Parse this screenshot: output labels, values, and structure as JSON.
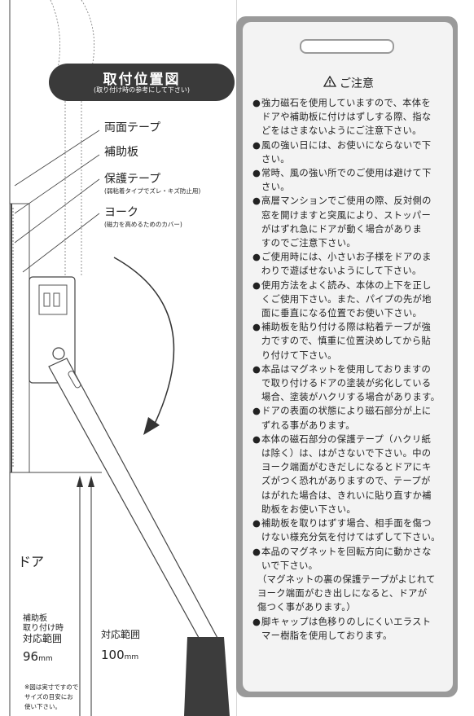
{
  "left": {
    "title": "取付位置図",
    "title_sub": "(取り付け時の参考にして下さい)",
    "labels": {
      "double_tape": "両面テープ",
      "aux_plate": "補助板",
      "protect_tape": "保護テープ",
      "protect_tape_sub": "(弱粘着タイプでズレ・キズ防止用)",
      "yoke": "ヨーク",
      "yoke_sub": "(磁力を高めるためのカバー)",
      "door": "ドア",
      "aux_install_1": "補助板",
      "aux_install_2": "取り付け時",
      "range_a": "対応範囲",
      "range_a_value": "96",
      "range_unit": "mm",
      "range_b": "対応範囲",
      "range_b_value": "100",
      "range_b_unit": "mm",
      "footnote_1": "※図は実寸ですので",
      "footnote_2": "サイズの目安にお",
      "footnote_3": "使い下さい。"
    }
  },
  "right": {
    "heading": "ご注意",
    "notes": [
      {
        "bullet": "●",
        "lines": [
          "強力磁石を使用していますので、本体を",
          "ドアや補助板に付けはずしする際、指な",
          "どをはさまないようにご注意下さい。"
        ]
      },
      {
        "bullet": "●",
        "lines": [
          "風の強い日には、お使いにならないで下",
          "さい。"
        ]
      },
      {
        "bullet": "●",
        "lines": [
          "常時、風の強い所でのご使用は避けて下",
          "さい。"
        ]
      },
      {
        "bullet": "●",
        "lines": [
          "高層マンションでご使用の際、反対側の",
          "窓を開けますと突風により、ストッパー",
          "がはずれ急にドアが動く場合がありま",
          "すのでご注意下さい。"
        ]
      },
      {
        "bullet": "●",
        "lines": [
          "ご使用時には、小さいお子様をドアのま",
          "わりで遊ばせないようにして下さい。"
        ]
      },
      {
        "bullet": "●",
        "lines": [
          "使用方法をよく読み、本体の上下を正し",
          "くご使用下さい。また、パイプの先が地",
          "面に垂直になる位置でお使い下さい。"
        ]
      },
      {
        "bullet": "●",
        "lines": [
          "補助板を貼り付ける際は粘着テープが強",
          "力ですので、慎重に位置決めしてから貼",
          "り付けて下さい。"
        ]
      },
      {
        "bullet": "●",
        "lines": [
          "本品はマグネットを使用しておりますの",
          "で取り付けるドアの塗装が劣化している",
          "場合、塗装がハクリする場合があります。"
        ]
      },
      {
        "bullet": "●",
        "lines": [
          "ドアの表面の状態により磁石部分が上に",
          "ずれる事があります。"
        ]
      },
      {
        "bullet": "●",
        "lines": [
          "本体の磁石部分の保護テープ（ハクリ紙",
          "は除く）は、はがさないで下さい。中の",
          "ヨーク端面がむきだしになるとドアにキ",
          "ズがつく恐れがありますので、テープが",
          "はがれた場合は、きれいに貼り直すか補",
          "助板をお使い下さい。"
        ]
      },
      {
        "bullet": "●",
        "lines": [
          "補助板を取りはずす場合、相手面を傷つ",
          "けない様充分気を付けてはずして下さい。"
        ]
      },
      {
        "bullet": "●",
        "lines": [
          "本品のマグネットを回転方向に動かさな",
          "いで下さい。"
        ]
      },
      {
        "bullet": "",
        "lines": [
          "（マグネットの裏の保護テープがよじれて",
          "ヨーク端面がむき出しになると、ドアが",
          "傷つく事があります。）"
        ]
      },
      {
        "bullet": "●",
        "lines": [
          "脚キャップは色移りのしにくいエラスト",
          "マー樹脂を使用しております。"
        ]
      }
    ]
  }
}
